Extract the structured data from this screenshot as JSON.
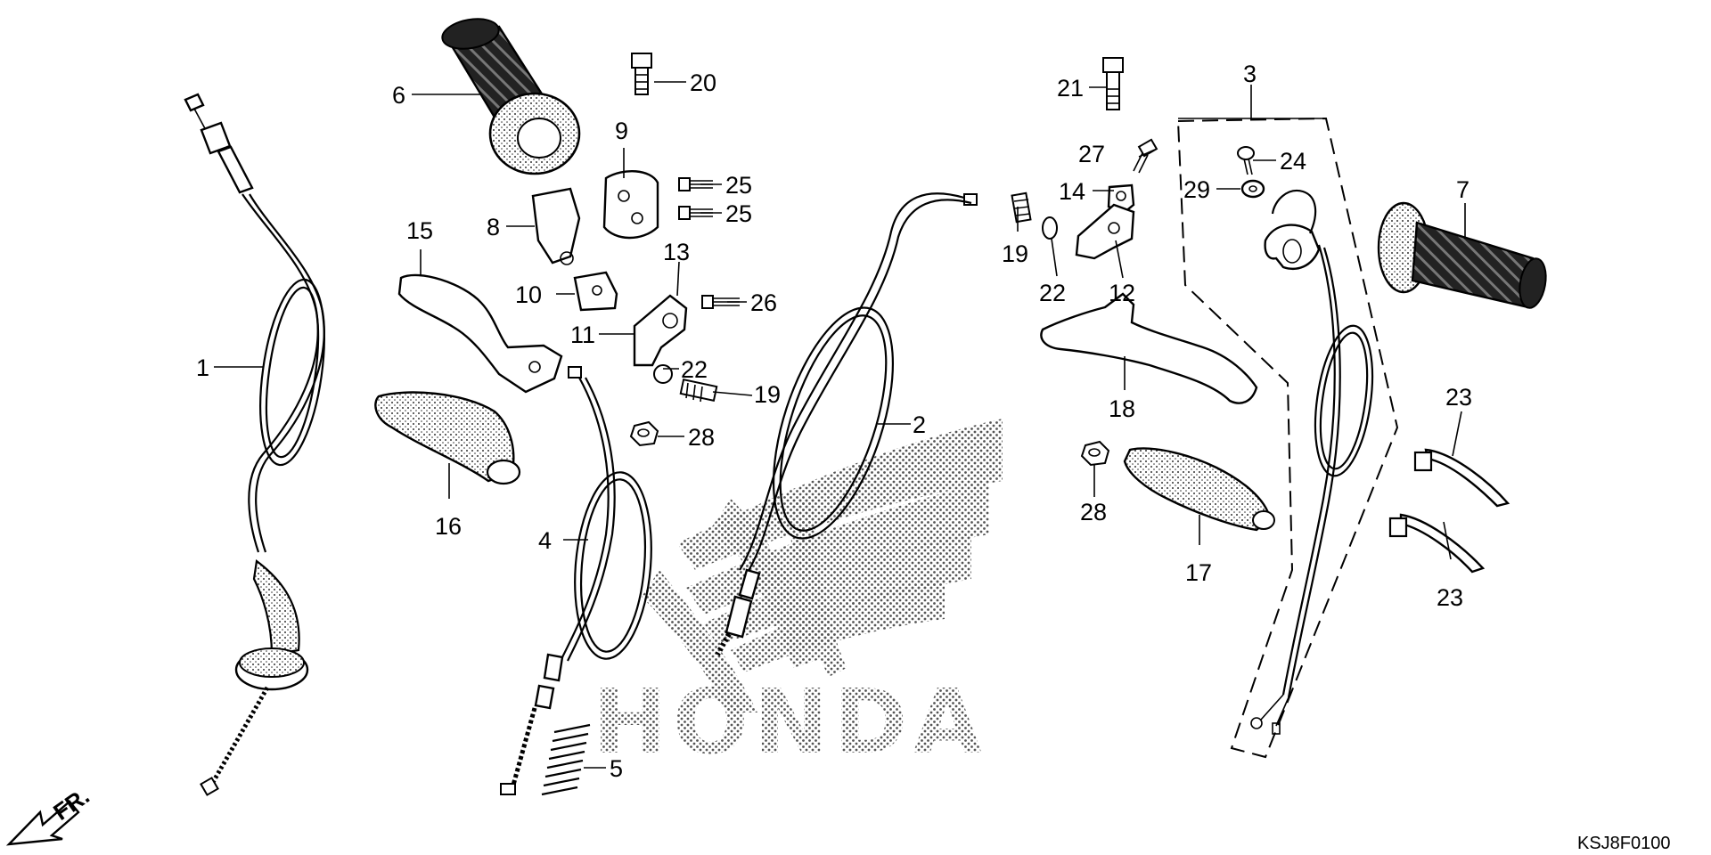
{
  "diagram": {
    "watermark": "HONDA",
    "code": "KSJ8F0100",
    "direction_label": "FR.",
    "callouts": [
      "1",
      "2",
      "3",
      "4",
      "5",
      "6",
      "7",
      "8",
      "9",
      "10",
      "11",
      "12",
      "13",
      "14",
      "15",
      "16",
      "17",
      "18",
      "19",
      "19",
      "20",
      "21",
      "22",
      "22",
      "23",
      "23",
      "24",
      "25",
      "25",
      "26",
      "27",
      "28",
      "28",
      "29"
    ]
  }
}
